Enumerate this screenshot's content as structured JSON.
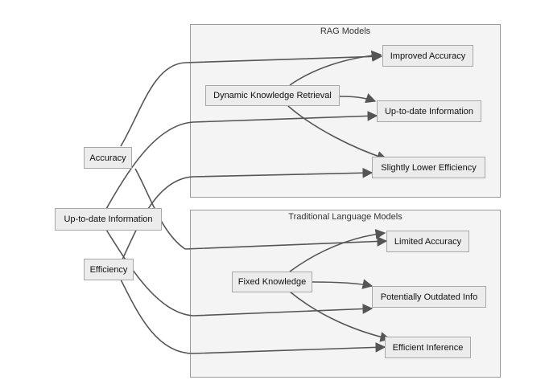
{
  "clusters": {
    "rag": {
      "title": "RAG Models"
    },
    "traditional": {
      "title": "Traditional Language Models"
    }
  },
  "nodes": {
    "accuracy": "Accuracy",
    "uptodate": "Up-to-date Information",
    "efficiency": "Efficiency",
    "dynamic_retrieval": "Dynamic Knowledge Retrieval",
    "improved_accuracy": "Improved Accuracy",
    "rag_uptodate": "Up-to-date Information",
    "slightly_lower_efficiency": "Slightly Lower Efficiency",
    "fixed_knowledge": "Fixed Knowledge",
    "limited_accuracy": "Limited Accuracy",
    "potentially_outdated": "Potentially Outdated Info",
    "efficient_inference": "Efficient Inference"
  },
  "edges": [
    {
      "from": "dynamic_retrieval",
      "to": "improved_accuracy"
    },
    {
      "from": "dynamic_retrieval",
      "to": "rag_uptodate"
    },
    {
      "from": "dynamic_retrieval",
      "to": "slightly_lower_efficiency"
    },
    {
      "from": "fixed_knowledge",
      "to": "limited_accuracy"
    },
    {
      "from": "fixed_knowledge",
      "to": "potentially_outdated"
    },
    {
      "from": "fixed_knowledge",
      "to": "efficient_inference"
    },
    {
      "from": "accuracy",
      "to": "improved_accuracy"
    },
    {
      "from": "accuracy",
      "to": "limited_accuracy"
    },
    {
      "from": "uptodate",
      "to": "rag_uptodate"
    },
    {
      "from": "uptodate",
      "to": "potentially_outdated"
    },
    {
      "from": "efficiency",
      "to": "slightly_lower_efficiency"
    },
    {
      "from": "efficiency",
      "to": "efficient_inference"
    }
  ],
  "colors": {
    "cluster_fill": "#f4f4f4",
    "cluster_border": "#9a9a9a",
    "node_fill": "#ececec",
    "node_border": "#a8a8a8",
    "edge": "#555555"
  }
}
